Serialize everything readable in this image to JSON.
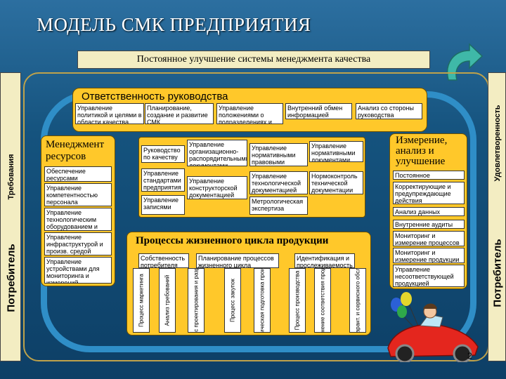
{
  "title": "МОДЕЛЬ СМК ПРЕДПРИЯТИЯ",
  "improvement": "Постоянное улучшение системы менеджмента качества",
  "side_left": {
    "requirements": "Требования",
    "consumer": "Потребитель"
  },
  "side_right": {
    "satisfaction": "Удовлетворенность",
    "consumer": "Потребитель"
  },
  "management": {
    "title": "Ответственность руководства",
    "items": [
      "Управление политикой и целями в области качества",
      "Планирование, создание и развитие СМК",
      "Управление положениями о подразделениях и ДИ",
      "Внутренний обмен информацией",
      "Анализ со стороны руководства"
    ]
  },
  "resources": {
    "title": "Менеджмент ресурсов",
    "items": [
      "Обеспечение ресурсами",
      "Управление компетентностью персонала",
      "Управление технологическим оборудованием и оснасткой",
      "Управление инфраструктурой и произв. средой",
      "Управление устройствами для мониторинга и измерений"
    ]
  },
  "center_items": [
    "Руководство по качеству",
    "Управление организационно-распорядительными документами",
    "Управление нормативными правовыми актами",
    "Управление нормативными документами",
    "Управление стандартами предприятия",
    "Управление конструкторской документацией",
    "Управление технологической документацией",
    "Нормоконтроль технической документации",
    "Управление записями",
    "Метрологическая экспертиза"
  ],
  "measurement": {
    "title": "Измерение, анализ и улучшение",
    "items": [
      "Постоянное улучшение",
      "Корректирующие и предупреждающие действия",
      "Анализ данных",
      "Внутренние аудиты",
      "Мониторинг и измерение процессов",
      "Мониторинг и измерение продукции",
      "Управление несоответствующей продукцией"
    ]
  },
  "lifecycle": {
    "title": "Процессы жизненного цикла продукции",
    "top_items": [
      "Собственность потребителя",
      "Планирование процессов жизненного цикла продукции",
      "Идентификация и прослеживаемость"
    ],
    "vertical_items": [
      "Процесс маркетинга",
      "Анализ требований",
      "Процесс проектирования и разработки",
      "Процесс закупок",
      "Технологическая подготовка производства",
      "Процесс производства",
      "Сохранение соответствия продукции",
      "Процесс гарант. и сервисного обслуживания"
    ]
  },
  "page_number": "2",
  "colors": {
    "background": "#1a5a8a",
    "box": "#ffc82a",
    "band": "#f3edc2",
    "ring": "#2f8ec7",
    "arrow": "#3fb8a8",
    "car": "#e4261e"
  }
}
